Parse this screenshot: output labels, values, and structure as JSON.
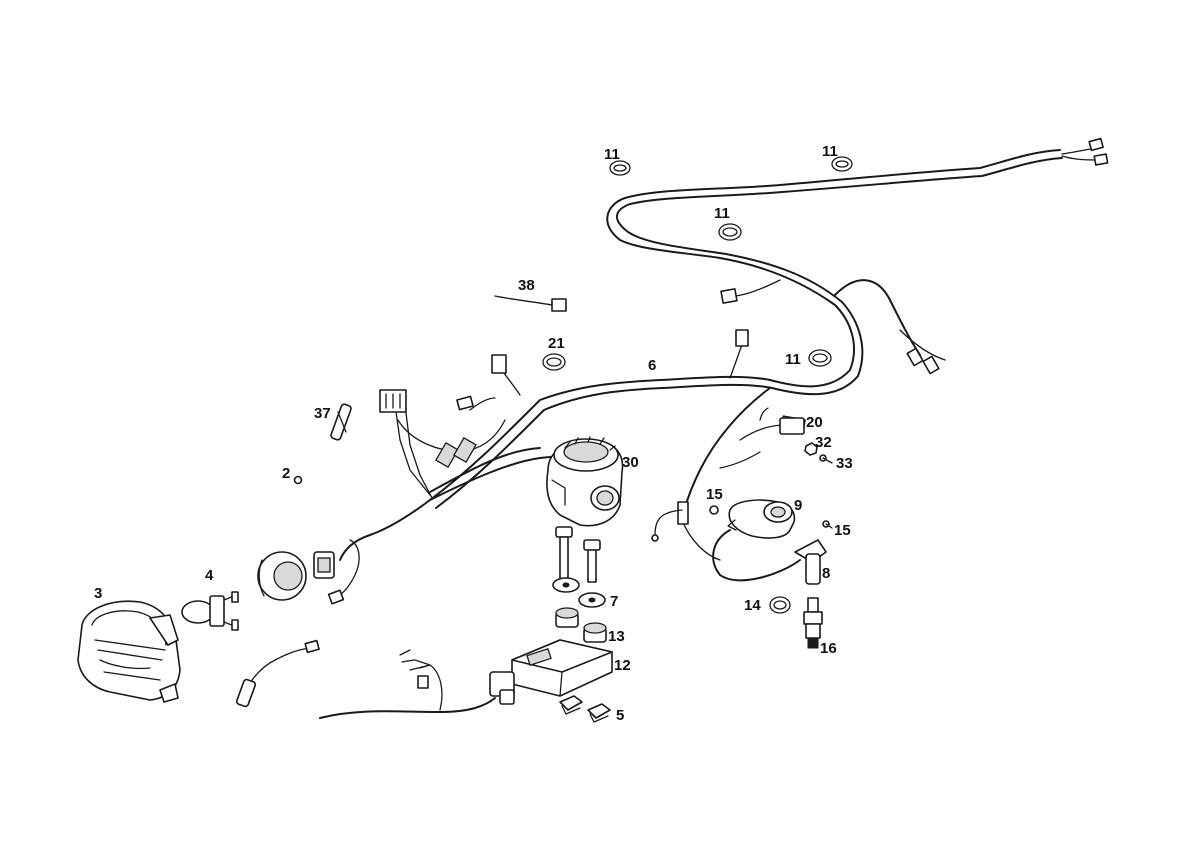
{
  "diagram": {
    "callouts": [
      {
        "id": "c11a",
        "text": "11"
      },
      {
        "id": "c11b",
        "text": "11"
      },
      {
        "id": "c11c",
        "text": "11"
      },
      {
        "id": "c11d",
        "text": "11"
      },
      {
        "id": "c38",
        "text": "38"
      },
      {
        "id": "c21",
        "text": "21"
      },
      {
        "id": "c6",
        "text": "6"
      },
      {
        "id": "c37",
        "text": "37"
      },
      {
        "id": "c2",
        "text": "2"
      },
      {
        "id": "c30",
        "text": "30"
      },
      {
        "id": "c20",
        "text": "20"
      },
      {
        "id": "c32",
        "text": "32"
      },
      {
        "id": "c33",
        "text": "33"
      },
      {
        "id": "c15a",
        "text": "15"
      },
      {
        "id": "c9",
        "text": "9"
      },
      {
        "id": "c15b",
        "text": "15"
      },
      {
        "id": "c8",
        "text": "8"
      },
      {
        "id": "c3",
        "text": "3"
      },
      {
        "id": "c4",
        "text": "4"
      },
      {
        "id": "c7",
        "text": "7"
      },
      {
        "id": "c13",
        "text": "13"
      },
      {
        "id": "c12",
        "text": "12"
      },
      {
        "id": "c5",
        "text": "5"
      },
      {
        "id": "c14",
        "text": "14"
      },
      {
        "id": "c16",
        "text": "16"
      }
    ]
  }
}
